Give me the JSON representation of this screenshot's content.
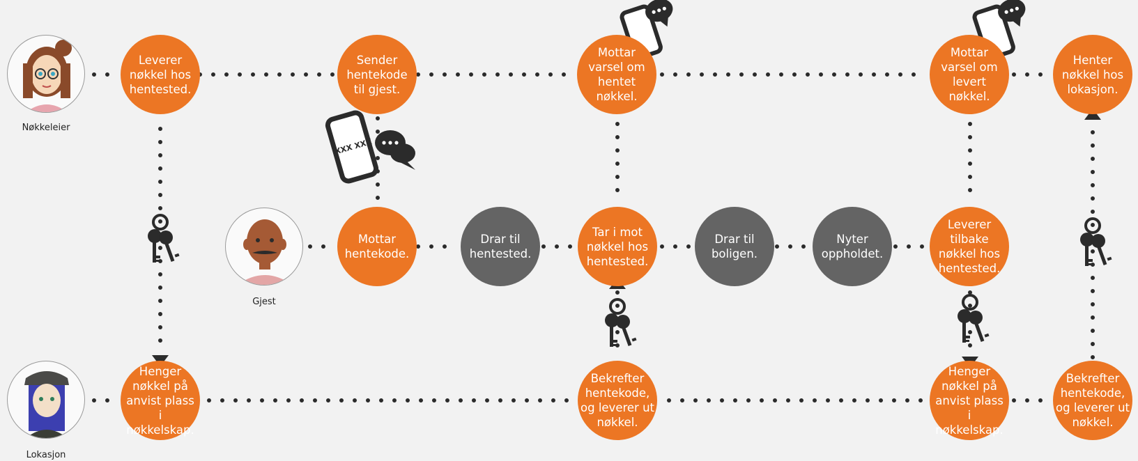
{
  "actors": {
    "owner": {
      "label": "Nøkkeleier"
    },
    "guest": {
      "label": "Gjest"
    },
    "location": {
      "label": "Lokasjon"
    }
  },
  "steps": {
    "owner_deliver": "Leverer\nnøkkel hos\nhentested.",
    "owner_send": "Sender\nhentekode\ntil gjest.",
    "owner_notice_picked": "Mottar\nvarsel om\nhentet\nnøkkel.",
    "owner_notice_delivered": "Mottar\nvarsel om\nlevert\nnøkkel.",
    "owner_fetch": "Henter\nnøkkel hos\nlokasjon.",
    "guest_receive": "Mottar\nhentekode.",
    "guest_travel": "Drar til\nhentested.",
    "guest_pickup": "Tar i mot\nnøkkel hos\nhentested.",
    "guest_home": "Drar til\nboligen.",
    "guest_enjoy": "Nyter\noppholdet.",
    "guest_return": "Leverer\ntilbake\nnøkkel hos\nhentested.",
    "loc_hang1": "Henger\nnøkkel på\nanvist plass i\nnøkkelskap.",
    "loc_confirm1": "Bekrefter\nhentekode,\nog leverer ut\nnøkkel.",
    "loc_hang2": "Henger\nnøkkel på\nanvist plass i\nnøkkelskap.",
    "loc_confirm2": "Bekrefter\nhentekode,\nog leverer ut\nnøkkel."
  },
  "phone_code": "XXX XXX",
  "icons": [
    "phone-chat-icon",
    "keys-icon",
    "arrow-down-icon",
    "arrow-up-icon"
  ],
  "colors": {
    "active": "#ec7624",
    "passive": "#646464",
    "line": "#2b2b2b",
    "background": "#f2f2f2"
  }
}
